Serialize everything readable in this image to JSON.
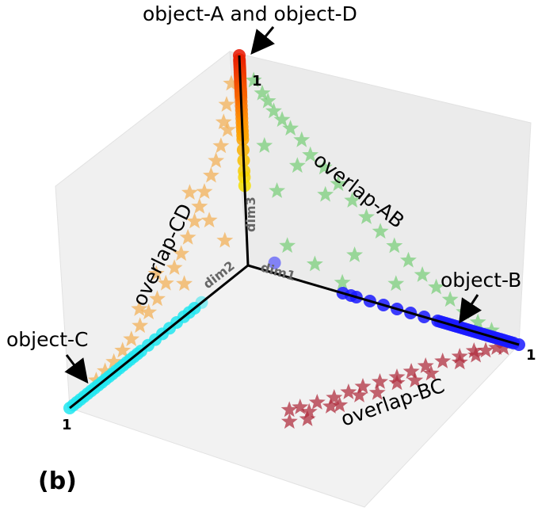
{
  "chart_data": {
    "type": "scatter",
    "projection": "3d",
    "panel_label": "(b)",
    "axes": {
      "dim1": {
        "label": "dim1",
        "range": [
          0,
          1
        ],
        "tick_end": "1"
      },
      "dim2": {
        "label": "dim2",
        "range": [
          0,
          1
        ],
        "tick_end": "1"
      },
      "dim3": {
        "label": "dim3",
        "range": [
          0,
          1
        ],
        "tick_end": "1"
      }
    },
    "grid": false,
    "colors": {
      "object_AD_high": "#e81500",
      "object_AD_mid": "#ff8c00",
      "object_AD_low": "#f5e000",
      "object_B": "#1a1aff",
      "object_C": "#22e6f0",
      "overlap_AB": "#7ccf7c",
      "overlap_BC": "#b03040",
      "overlap_CD": "#f3b25a"
    },
    "annotations": [
      {
        "id": "ad",
        "text": "object-A and object-D"
      },
      {
        "id": "b",
        "text": "object-B"
      },
      {
        "id": "c",
        "text": "object-C"
      },
      {
        "id": "ab",
        "text": "overlap-AB"
      },
      {
        "id": "bc",
        "text": "overlap-BC"
      },
      {
        "id": "cd",
        "text": "overlap-CD"
      }
    ],
    "series": [
      {
        "name": "object-A and object-D",
        "marker": "circle",
        "color_ramp": [
          "#f5e000",
          "#ff8c00",
          "#e81500"
        ],
        "points": [
          [
            0,
            0,
            1
          ],
          [
            0,
            0,
            0.98
          ],
          [
            0,
            0,
            0.97
          ],
          [
            0,
            0,
            0.96
          ],
          [
            0,
            0,
            0.95
          ],
          [
            0,
            0,
            0.94
          ],
          [
            0,
            0,
            0.93
          ],
          [
            0,
            0,
            0.92
          ],
          [
            0,
            0,
            0.91
          ],
          [
            0,
            0,
            0.9
          ],
          [
            0,
            0,
            0.89
          ],
          [
            0,
            0,
            0.88
          ],
          [
            0,
            0,
            0.87
          ],
          [
            0,
            0,
            0.86
          ],
          [
            0,
            0,
            0.85
          ],
          [
            0,
            0,
            0.84
          ],
          [
            0,
            0,
            0.83
          ],
          [
            0,
            0,
            0.82
          ],
          [
            0,
            0,
            0.81
          ],
          [
            0,
            0,
            0.8
          ],
          [
            0,
            0,
            0.78
          ],
          [
            0,
            0,
            0.76
          ],
          [
            0,
            0,
            0.74
          ],
          [
            0,
            0,
            0.72
          ],
          [
            0,
            0,
            0.7
          ],
          [
            0,
            0,
            0.68
          ],
          [
            0,
            0,
            0.66
          ],
          [
            0,
            0,
            0.64
          ],
          [
            0,
            0,
            0.62
          ],
          [
            0,
            0,
            0.6
          ],
          [
            0,
            0,
            0.55
          ],
          [
            0,
            0,
            0.5
          ],
          [
            0,
            0,
            0.45
          ],
          [
            0,
            0,
            0.42
          ],
          [
            0,
            0,
            0.38
          ]
        ]
      },
      {
        "name": "object-B",
        "marker": "circle",
        "color": "#1a1aff",
        "points": [
          [
            1,
            0,
            0
          ],
          [
            0.98,
            0,
            0
          ],
          [
            0.97,
            0,
            0
          ],
          [
            0.96,
            0,
            0
          ],
          [
            0.95,
            0,
            0
          ],
          [
            0.94,
            0,
            0
          ],
          [
            0.93,
            0,
            0
          ],
          [
            0.92,
            0,
            0
          ],
          [
            0.91,
            0,
            0
          ],
          [
            0.9,
            0,
            0
          ],
          [
            0.89,
            0,
            0
          ],
          [
            0.88,
            0,
            0
          ],
          [
            0.87,
            0,
            0
          ],
          [
            0.86,
            0,
            0
          ],
          [
            0.85,
            0,
            0
          ],
          [
            0.84,
            0,
            0
          ],
          [
            0.83,
            0,
            0
          ],
          [
            0.82,
            0,
            0
          ],
          [
            0.81,
            0,
            0
          ],
          [
            0.8,
            0,
            0
          ],
          [
            0.79,
            0,
            0
          ],
          [
            0.78,
            0,
            0
          ],
          [
            0.77,
            0,
            0
          ],
          [
            0.76,
            0,
            0
          ],
          [
            0.75,
            0,
            0
          ],
          [
            0.74,
            0,
            0
          ],
          [
            0.73,
            0,
            0
          ],
          [
            0.72,
            0,
            0
          ],
          [
            0.71,
            0,
            0
          ],
          [
            0.7,
            0,
            0
          ],
          [
            0.65,
            0,
            0
          ],
          [
            0.6,
            0,
            0
          ],
          [
            0.55,
            0,
            0
          ],
          [
            0.5,
            0,
            0
          ],
          [
            0.45,
            0,
            0
          ],
          [
            0.4,
            0,
            0
          ],
          [
            0.38,
            0,
            0
          ],
          [
            0.35,
            0,
            0
          ],
          [
            0.1,
            0,
            0.05
          ]
        ]
      },
      {
        "name": "object-C",
        "marker": "circle",
        "color": "#22e6f0",
        "points": [
          [
            0,
            1,
            0
          ],
          [
            0,
            0.98,
            0
          ],
          [
            0,
            0.96,
            0
          ],
          [
            0,
            0.94,
            0
          ],
          [
            0,
            0.92,
            0
          ],
          [
            0,
            0.9,
            0
          ],
          [
            0,
            0.88,
            0
          ],
          [
            0,
            0.86,
            0
          ],
          [
            0,
            0.84,
            0
          ],
          [
            0,
            0.82,
            0
          ],
          [
            0,
            0.8,
            0
          ],
          [
            0,
            0.78,
            0
          ],
          [
            0,
            0.76,
            0
          ],
          [
            0,
            0.74,
            0
          ],
          [
            0,
            0.72,
            0
          ],
          [
            0,
            0.7,
            0
          ],
          [
            0,
            0.68,
            0
          ],
          [
            0,
            0.66,
            0
          ],
          [
            0,
            0.64,
            0
          ],
          [
            0,
            0.62,
            0
          ],
          [
            0,
            0.6,
            0
          ],
          [
            0,
            0.56,
            0
          ],
          [
            0,
            0.52,
            0
          ],
          [
            0,
            0.48,
            0
          ],
          [
            0,
            0.44,
            0
          ],
          [
            0,
            0.4,
            0
          ],
          [
            0,
            0.36,
            0
          ],
          [
            0,
            0.33,
            0
          ],
          [
            0,
            0.3,
            0
          ],
          [
            0,
            0.26,
            0
          ]
        ]
      },
      {
        "name": "overlap-AB",
        "marker": "star",
        "color": "#7ccf7c",
        "points": [
          [
            0.05,
            0,
            0.9
          ],
          [
            0.08,
            0,
            0.85
          ],
          [
            0.1,
            0,
            0.82
          ],
          [
            0.12,
            0,
            0.78
          ],
          [
            0.15,
            0,
            0.75
          ],
          [
            0.18,
            0,
            0.72
          ],
          [
            0.22,
            0,
            0.68
          ],
          [
            0.25,
            0,
            0.62
          ],
          [
            0.3,
            0,
            0.58
          ],
          [
            0.35,
            0,
            0.52
          ],
          [
            0.4,
            0,
            0.46
          ],
          [
            0.45,
            0,
            0.4
          ],
          [
            0.5,
            0,
            0.35
          ],
          [
            0.55,
            0,
            0.3
          ],
          [
            0.6,
            0,
            0.25
          ],
          [
            0.65,
            0,
            0.2
          ],
          [
            0.7,
            0,
            0.16
          ],
          [
            0.75,
            0,
            0.12
          ],
          [
            0.8,
            0,
            0.08
          ],
          [
            0.85,
            0,
            0.05
          ],
          [
            0.9,
            0,
            0.03
          ],
          [
            0.2,
            0,
            0.55
          ],
          [
            0.3,
            0,
            0.45
          ],
          [
            0.15,
            0,
            0.15
          ],
          [
            0.25,
            0,
            0.1
          ],
          [
            0.35,
            0,
            0.05
          ],
          [
            0.4,
            0,
            0.2
          ],
          [
            0.55,
            0,
            0.12
          ],
          [
            0.12,
            0,
            0.4
          ],
          [
            0.08,
            0,
            0.6
          ]
        ]
      },
      {
        "name": "overlap-BC",
        "marker": "star",
        "color": "#b03040",
        "points": [
          [
            0.95,
            0.05,
            0
          ],
          [
            0.9,
            0.1,
            0
          ],
          [
            0.88,
            0.15,
            0
          ],
          [
            0.85,
            0.2,
            0
          ],
          [
            0.82,
            0.25,
            0
          ],
          [
            0.8,
            0.3,
            0
          ],
          [
            0.78,
            0.35,
            0
          ],
          [
            0.75,
            0.4,
            0
          ],
          [
            0.72,
            0.45,
            0
          ],
          [
            0.7,
            0.5,
            0
          ],
          [
            0.68,
            0.55,
            0
          ],
          [
            0.65,
            0.6,
            0
          ],
          [
            0.62,
            0.65,
            0
          ],
          [
            0.6,
            0.68,
            0
          ],
          [
            0.92,
            0.12,
            0
          ],
          [
            0.86,
            0.28,
            0
          ],
          [
            0.8,
            0.38,
            0
          ],
          [
            0.74,
            0.5,
            0
          ],
          [
            0.7,
            0.6,
            0
          ],
          [
            0.66,
            0.66,
            0
          ],
          [
            0.97,
            0.04,
            0
          ],
          [
            0.93,
            0.08,
            0
          ],
          [
            0.9,
            0.18,
            0
          ],
          [
            0.84,
            0.34,
            0
          ],
          [
            0.78,
            0.46,
            0
          ],
          [
            0.72,
            0.58,
            0
          ],
          [
            0.68,
            0.7,
            0
          ],
          [
            0.64,
            0.74,
            0
          ]
        ]
      },
      {
        "name": "overlap-CD",
        "marker": "star",
        "color": "#f3b25a",
        "points": [
          [
            0,
            0.05,
            0.9
          ],
          [
            0,
            0.08,
            0.82
          ],
          [
            0,
            0.1,
            0.75
          ],
          [
            0,
            0.12,
            0.65
          ],
          [
            0,
            0.15,
            0.6
          ],
          [
            0,
            0.18,
            0.55
          ],
          [
            0,
            0.22,
            0.5
          ],
          [
            0,
            0.25,
            0.45
          ],
          [
            0,
            0.28,
            0.4
          ],
          [
            0,
            0.32,
            0.35
          ],
          [
            0,
            0.36,
            0.3
          ],
          [
            0,
            0.4,
            0.26
          ],
          [
            0,
            0.45,
            0.22
          ],
          [
            0,
            0.5,
            0.18
          ],
          [
            0,
            0.55,
            0.15
          ],
          [
            0,
            0.6,
            0.12
          ],
          [
            0,
            0.65,
            0.09
          ],
          [
            0,
            0.7,
            0.07
          ],
          [
            0,
            0.75,
            0.05
          ],
          [
            0,
            0.8,
            0.04
          ],
          [
            0,
            0.85,
            0.03
          ],
          [
            0,
            0.3,
            0.55
          ],
          [
            0,
            0.2,
            0.35
          ],
          [
            0,
            0.5,
            0.3
          ],
          [
            0,
            0.12,
            0.2
          ],
          [
            0,
            0.35,
            0.15
          ],
          [
            0,
            0.08,
            0.7
          ],
          [
            0,
            0.6,
            0.2
          ]
        ]
      }
    ]
  }
}
